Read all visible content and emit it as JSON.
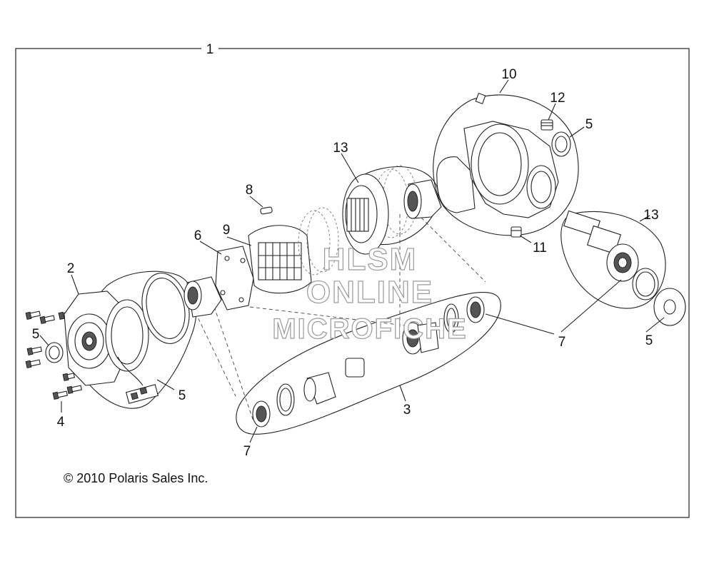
{
  "callouts": {
    "c1": "1",
    "c2": "2",
    "c3": "3",
    "c4": "4",
    "c5a": "5",
    "c5b": "5",
    "c5c": "5",
    "c5d": "5",
    "c6": "6",
    "c7a": "7",
    "c7b": "7",
    "c8": "8",
    "c9": "9",
    "c10": "10",
    "c11": "11",
    "c12": "12",
    "c13a": "13",
    "c13b": "13"
  },
  "copyright": "© 2010 Polaris Sales Inc.",
  "watermark": {
    "line1": "HLSM",
    "line2": "ONLINE",
    "line3": "MICROFICHE"
  }
}
